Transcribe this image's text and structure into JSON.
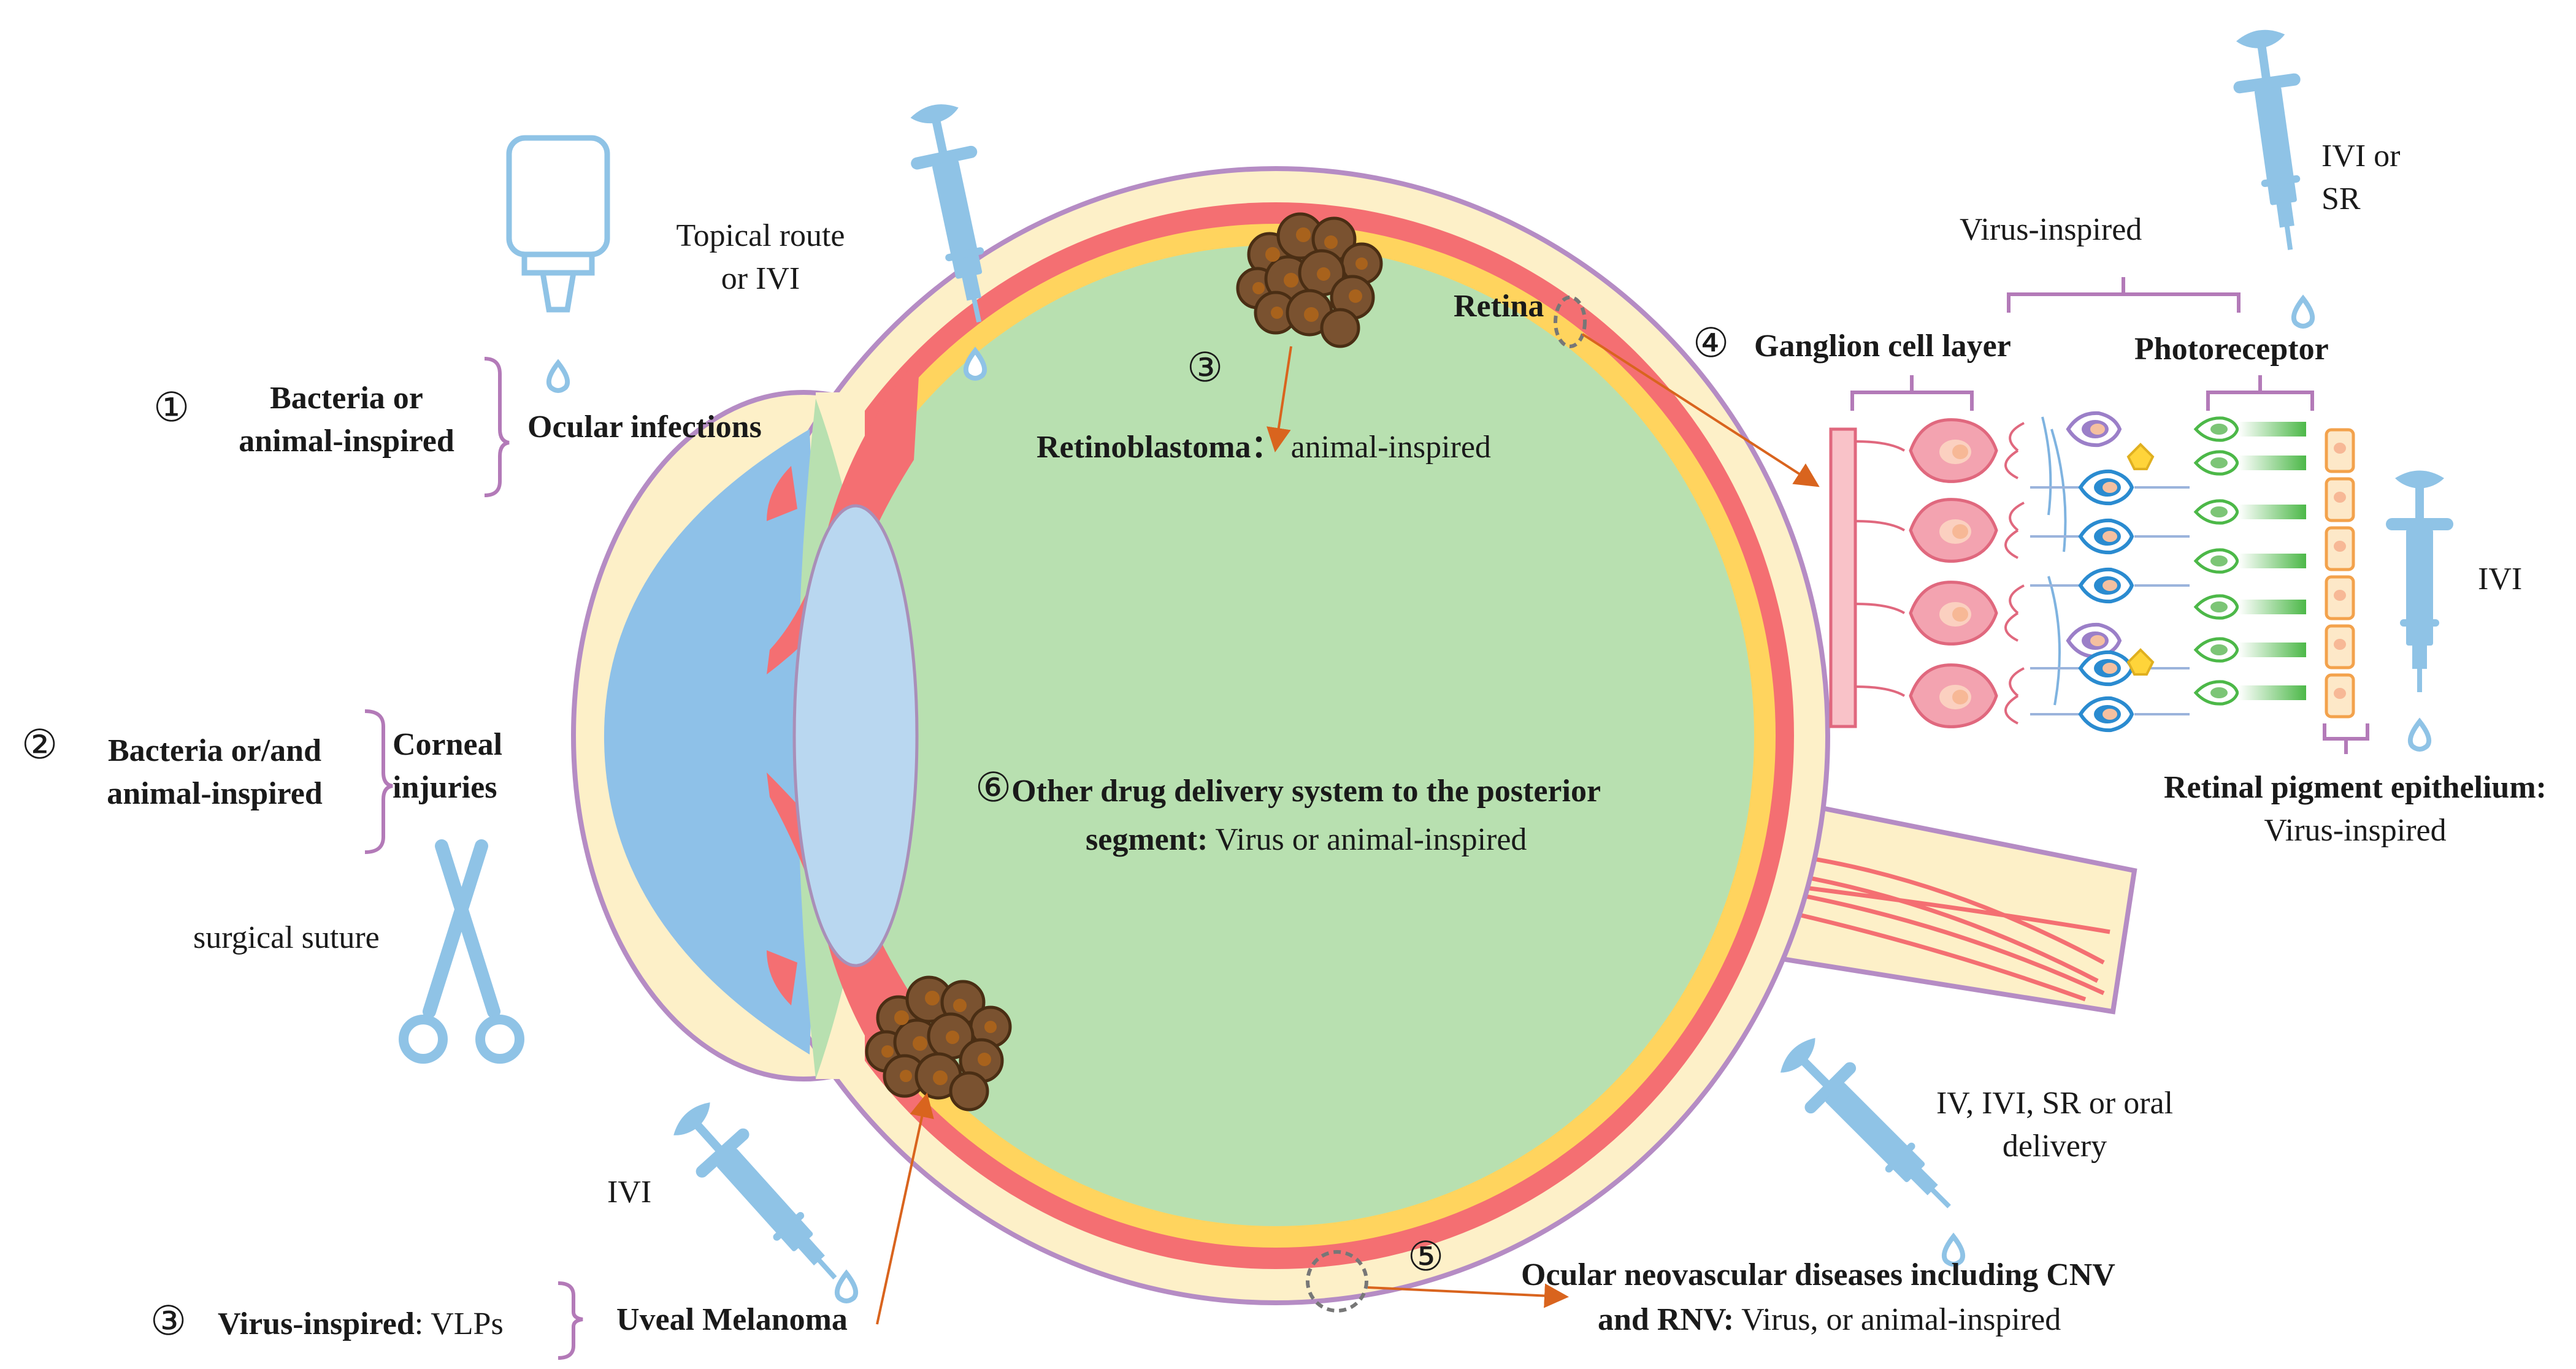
{
  "labels": {
    "topical_route": [
      "Topical route",
      "or IVI"
    ],
    "num1": "①",
    "bacteria_or_animal": [
      "Bacteria or",
      "animal-inspired"
    ],
    "ocular_infections": "Ocular infections",
    "num2": "②",
    "bacteria_andor_animal": [
      "Bacteria or/and",
      "animal-inspired"
    ],
    "corneal_injuries": [
      "Corneal",
      "injuries"
    ],
    "surgical_suture": "surgical suture",
    "ivi_left": "IVI",
    "num3_bottom": "③",
    "virus_inspired_bold": "Virus-inspired",
    "vlps": ": VLPs",
    "uveal_melanoma": "Uveal Melanoma",
    "num3_top": "③",
    "retinoblastoma_bold": "Retinoblastoma：",
    "retinoblastoma_rest": " animal-inspired",
    "retina": "Retina",
    "num6": "⑥",
    "other_dds_bold_1": "Other drug delivery system to the posterior",
    "other_dds_bold_2": "segment:",
    "other_dds_rest": " Virus or animal-inspired",
    "num4": "④",
    "ganglion": "Ganglion cell layer",
    "photoreceptor": "Photoreceptor",
    "virus_inspired_top": "Virus-inspired",
    "ivi_or_sr": [
      "IVI or",
      "SR"
    ],
    "ivi_right": "IVI",
    "rpe_bold": "Retinal pigment epithelium:",
    "rpe_rest": "Virus-inspired",
    "iv_ivi_sr": [
      "IV, IVI, SR or oral",
      "delivery"
    ],
    "num5": "⑤",
    "ocular_neo_bold_1": "Ocular neovascular diseases including CNV",
    "ocular_neo_bold_2": "and RNV:",
    "ocular_neo_rest": " Virus, or animal-inspired"
  },
  "colors": {
    "sclera": "#fdf0c8",
    "outline": "#b58cc4",
    "vitreous": "#b8e0b0",
    "red_layer": "#f46f72",
    "yellow_layer": "#ffd45e",
    "cornea": "#8ec1e8",
    "lens": "#b9d7f0",
    "syringe": "#8fc3e6",
    "tumor": "#7a5230",
    "arrow": "#d9641e",
    "bracket": "#b37ab8",
    "ganglion": "#f3a3b0",
    "purple_cell": "#9b7fc8",
    "blue_cell": "#2a8bd0",
    "yellow_cell": "#ffd43a",
    "green_cell": "#7cc576",
    "rpe": "#fbd9a8"
  },
  "icons": [
    "syringe-icon",
    "eye-dropper-bottle-icon",
    "scissors-icon",
    "tumor-cluster-icon",
    "droplet-icon"
  ]
}
